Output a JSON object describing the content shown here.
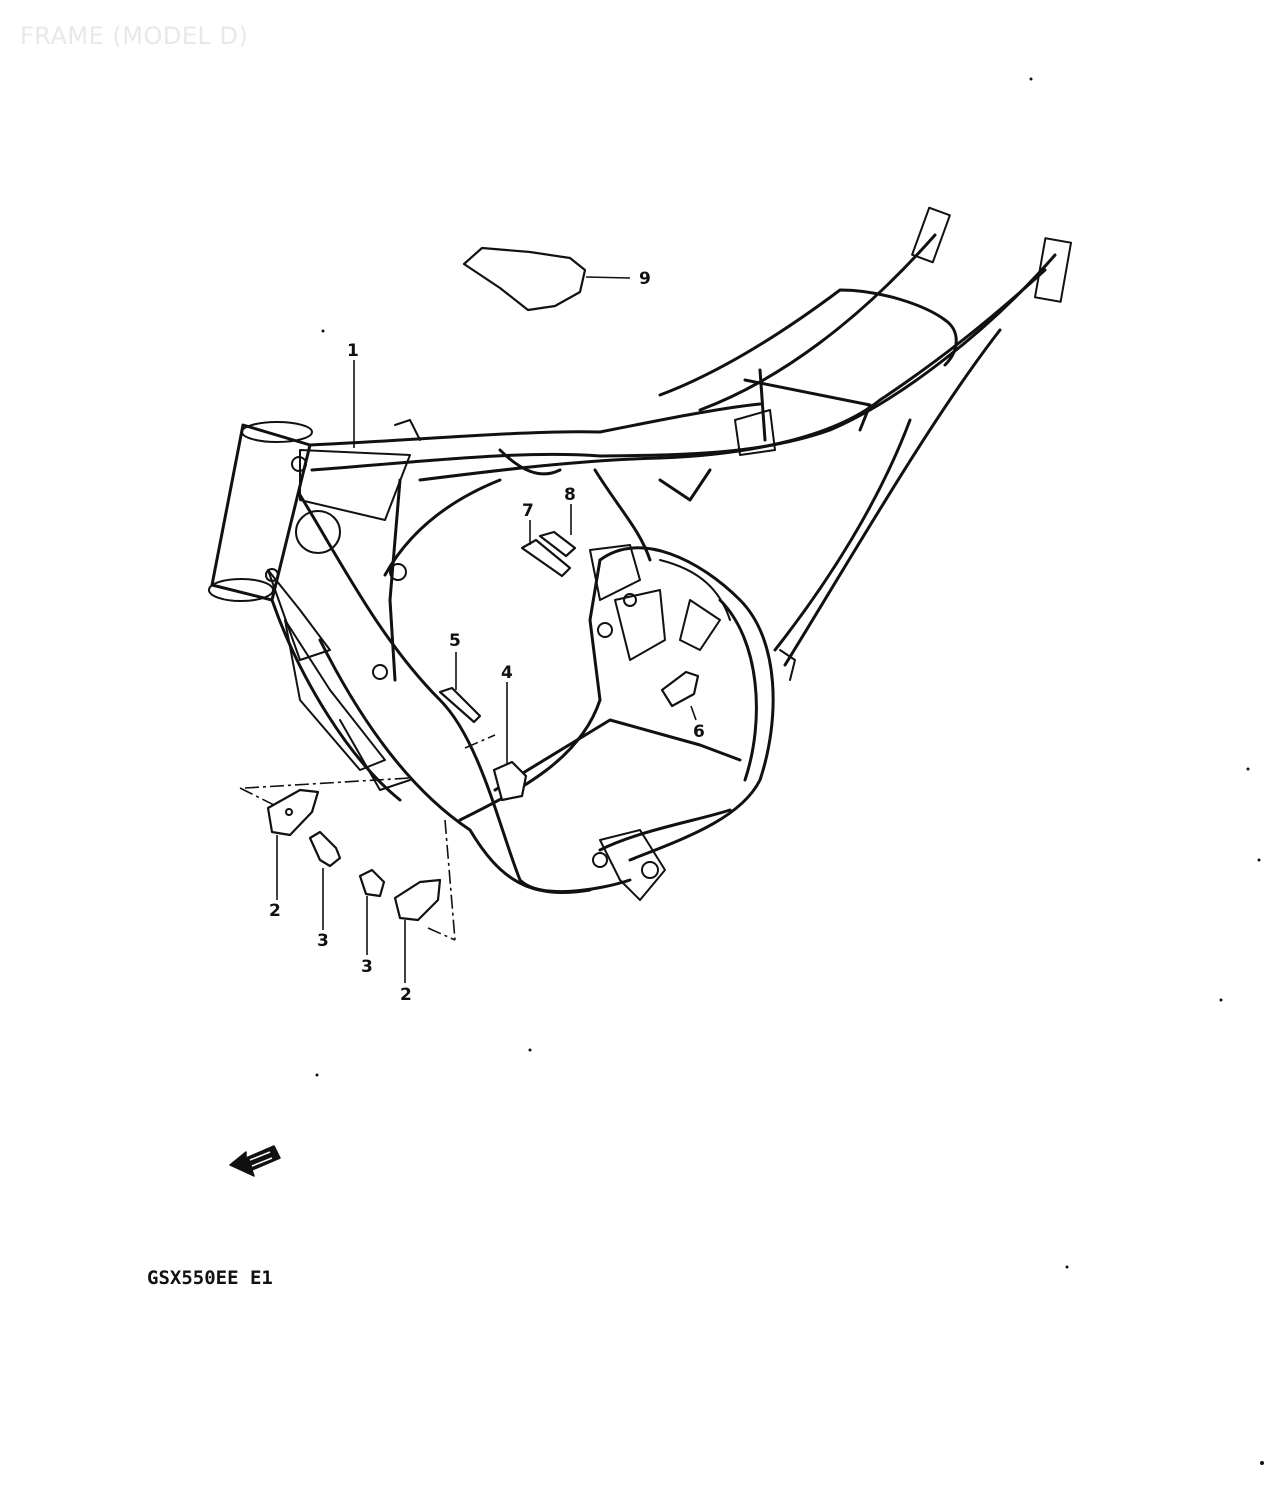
{
  "page": {
    "title": "FRAME (MODEL D)",
    "model_code": "GSX550EE E1"
  },
  "callouts": [
    {
      "number": "1",
      "part": "frame"
    },
    {
      "number": "2",
      "part": "bracket-left"
    },
    {
      "number": "2",
      "part": "bracket-right"
    },
    {
      "number": "3",
      "part": "bolt-left"
    },
    {
      "number": "3",
      "part": "bolt-right"
    },
    {
      "number": "4",
      "part": "bracket-center"
    },
    {
      "number": "5",
      "part": "bolt-long"
    },
    {
      "number": "6",
      "part": "plate"
    },
    {
      "number": "7",
      "part": "bolt-upper"
    },
    {
      "number": "8",
      "part": "bolt-upper-2"
    },
    {
      "number": "9",
      "part": "cover"
    }
  ],
  "icons": {
    "front_arrow": "front-direction-arrow-icon"
  },
  "colors": {
    "line": "#111111",
    "background": "#ffffff",
    "title": "#e8e8e8"
  }
}
